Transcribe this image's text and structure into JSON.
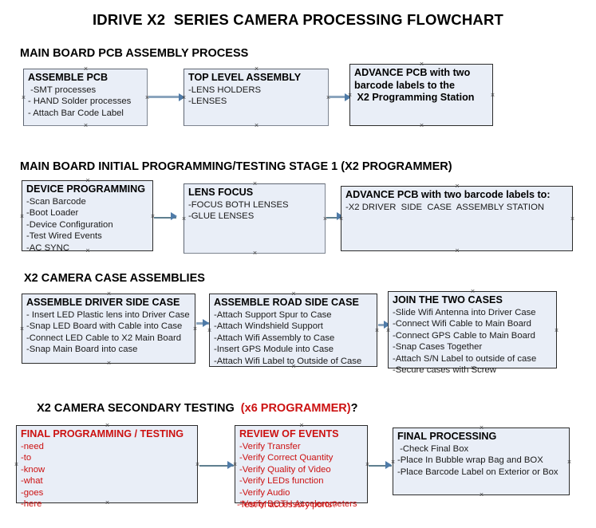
{
  "document": {
    "title": "IDRIVE X2  SERIES CAMERA PROCESSING FLOWCHART",
    "accent_color": "#cc1111",
    "box_fill": "#e9eef7",
    "box_border": "#5f6672",
    "arrow_color": "#8ba4bd"
  },
  "sections": [
    {
      "id": "main-board-pcb-assembly",
      "heading": "MAIN BOARD PCB ASSEMBLY PROCESS",
      "heading_accent": "",
      "heading_tail": ""
    },
    {
      "id": "main-board-initial-programming",
      "heading": "MAIN BOARD INITIAL PROGRAMMING/TESTING STAGE 1 (X2 PROGRAMMER)",
      "heading_accent": "",
      "heading_tail": ""
    },
    {
      "id": "x2-camera-case-assemblies",
      "heading": "X2 CAMERA CASE ASSEMBLIES",
      "heading_accent": "",
      "heading_tail": ""
    },
    {
      "id": "x2-camera-secondary-testing",
      "heading": "X2 CAMERA SECONDARY TESTING  ",
      "heading_accent": "(x6 PROGRAMMER)",
      "heading_tail": "?"
    }
  ],
  "boxes": {
    "assemble_pcb": {
      "title": "ASSEMBLE PCB",
      "lines": [
        " -SMT processes",
        "- HAND Solder processes",
        "- Attach Bar Code Label"
      ]
    },
    "top_level_assembly": {
      "title": "TOP LEVEL ASSEMBLY",
      "lines": [
        "-LENS HOLDERS",
        "-LENSES"
      ]
    },
    "advance_pcb_station": {
      "title": "ADVANCE PCB with two",
      "lines": [
        "barcode labels to the",
        " X2 Programming Station"
      ]
    },
    "device_programming": {
      "title": "DEVICE PROGRAMMING",
      "lines": [
        "-Scan Barcode",
        "-Boot Loader",
        "-Device Configuration",
        "-Test Wired Events",
        "-AC SYNC"
      ]
    },
    "lens_focus": {
      "title": "LENS FOCUS",
      "lines": [
        "-FOCUS BOTH LENSES",
        "-GLUE LENSES"
      ]
    },
    "advance_pcb_driver_case": {
      "title": "ADVANCE PCB with two barcode labels to:",
      "lines": [
        "-X2 DRIVER  SIDE  CASE  ASSEMBLY STATION"
      ]
    },
    "assemble_driver_side_case": {
      "title": "ASSEMBLE DRIVER SIDE CASE",
      "lines": [
        "- Insert LED Plastic lens into Driver Case",
        "-Snap LED Board with Cable into Case",
        "-Connect LED Cable to X2 Main Board",
        "-Snap Main Board into case"
      ]
    },
    "assemble_road_side_case": {
      "title": "ASSEMBLE ROAD SIDE CASE",
      "lines": [
        "-Attach Support Spur to Case",
        "-Attach Windshield Support",
        "-Attach Wifi Assembly to Case",
        "-Insert GPS Module into Case",
        "-Attach Wifi Label to Outside of Case"
      ]
    },
    "join_the_two_cases": {
      "title": "JOIN THE TWO CASES",
      "lines": [
        "-Slide Wifi Antenna into Driver Case",
        "-Connect Wifi Cable to Main Board",
        "-Connect GPS Cable to Main Board",
        "-Snap Cases Together",
        "-Attach S/N Label to outside of case",
        "-Secure cases with Screw"
      ]
    },
    "final_programming_testing": {
      "title": "FINAL PROGRAMMING / TESTING",
      "lines": [
        "-need",
        "-to",
        "-know",
        "-what",
        "-goes",
        "-here"
      ]
    },
    "review_of_events": {
      "title": "REVIEW OF EVENTS",
      "lines": [
        "-Verify Transfer",
        "-Verify Correct Quantity",
        "-Verify Quality of Video",
        "-Verify LEDs function",
        "-Verify Audio",
        "-Verify BOTH Accelerometers"
      ],
      "overflow_line": "-Test of accessory ports?"
    },
    "final_processing": {
      "title": "FINAL PROCESSING",
      "lines": [
        " -Check Final Box",
        "-Place In Bubble wrap Bag and BOX",
        "-Place Barcode Label on Exterior or Box"
      ]
    }
  }
}
